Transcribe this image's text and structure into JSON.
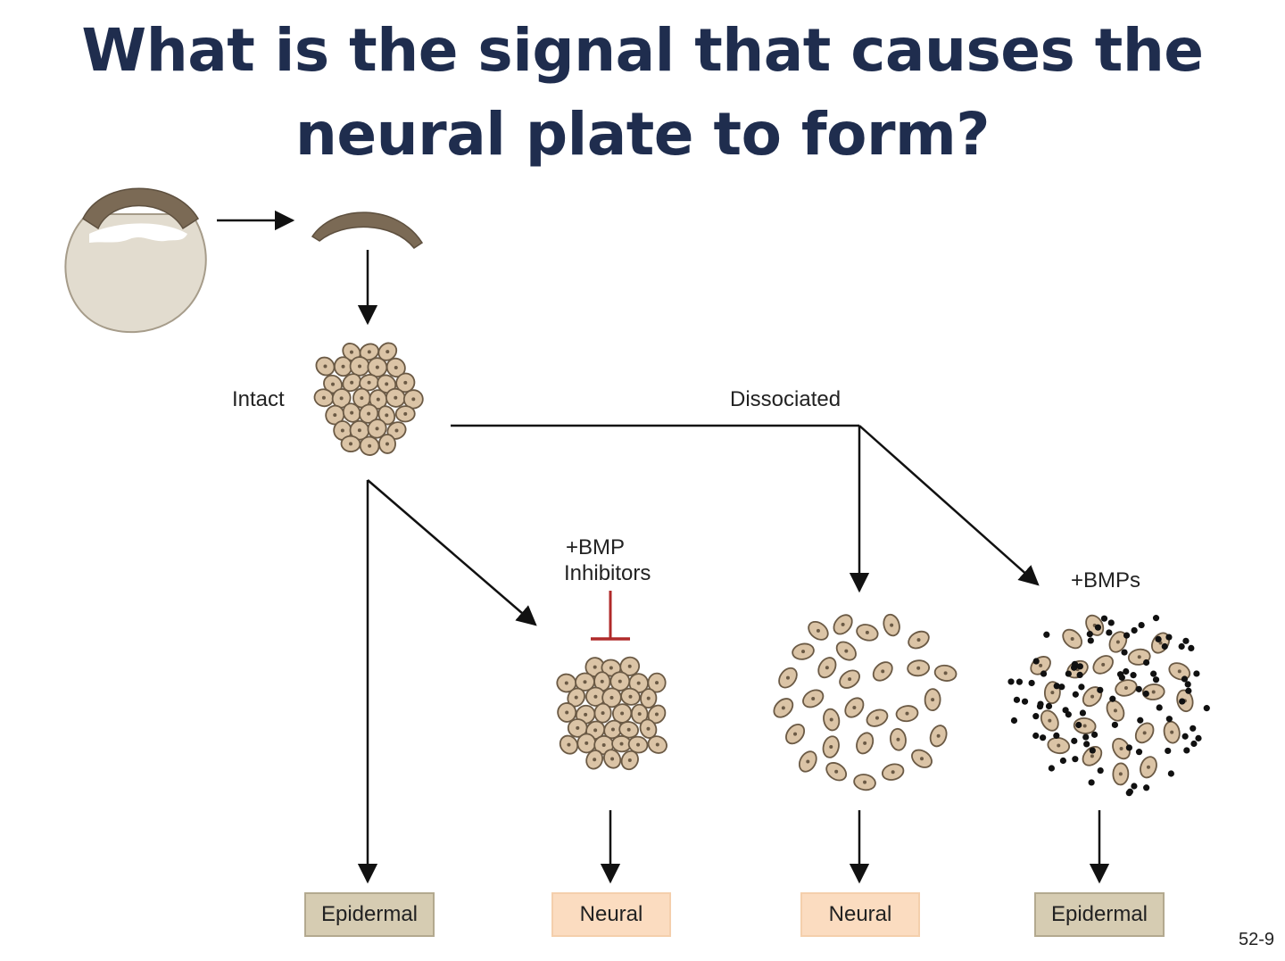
{
  "title": {
    "line1": "What is the signal that causes the",
    "line2": "neural plate to form?"
  },
  "labels": {
    "intact": "Intact",
    "dissociated": "Dissociated",
    "bmp_inhibitors_line1": "+BMP",
    "bmp_inhibitors_line2": "Inhibitors",
    "bmps": "+BMPs"
  },
  "outcomes": [
    {
      "label": "Epidermal",
      "kind": "epidermal"
    },
    {
      "label": "Neural",
      "kind": "neural"
    },
    {
      "label": "Neural",
      "kind": "neural"
    },
    {
      "label": "Epidermal",
      "kind": "epidermal"
    }
  ],
  "figure_number": "52-9",
  "colors": {
    "title": "#1f2d4e",
    "cap": "#7b6a55",
    "cell_fill": "#dbc4a6",
    "egg_fill": "#e2dccf",
    "inhibitor": "#b02a2a",
    "epidermal_box": "#d6ccb2",
    "neural_box": "#fbdcc0"
  }
}
